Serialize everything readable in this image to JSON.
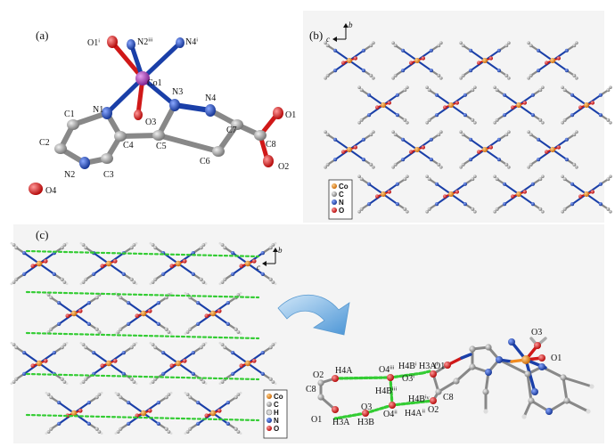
{
  "panels": {
    "a": {
      "label": "(a)",
      "atoms": {
        "O1i": "O1ⁱ",
        "N2iii": "N2ⁱⁱⁱ",
        "N4i": "N4ⁱ",
        "Co1": "Co1",
        "N1": "N1",
        "N3": "N3",
        "N4": "N4",
        "C1": "C1",
        "O3": "O3",
        "C7": "C7",
        "O1": "O1",
        "C2": "C2",
        "C4": "C4",
        "C5": "C5",
        "C8": "C8",
        "N2": "N2",
        "C3": "C3",
        "C6": "C6",
        "O2": "O2",
        "O4": "O4"
      }
    },
    "b": {
      "label": "(b)",
      "axes": {
        "b": "b",
        "c": "c"
      },
      "legend": [
        "Co",
        "C",
        "N",
        "O"
      ]
    },
    "c": {
      "label": "(c)",
      "axes": {
        "b": "b",
        "c": "c"
      },
      "legend": [
        "Co",
        "C",
        "H",
        "N",
        "O"
      ],
      "hbond_atoms": {
        "O2": "O2",
        "H4A": "H4A",
        "O4iii": "O4ⁱⁱⁱ",
        "H4Bi": "H4Bⁱ",
        "H3Ai": "H3Aⁱ",
        "O1": "O1",
        "C8_left": "C8",
        "O3i": "O3ⁱ",
        "H4Biii": "H4Bⁱⁱⁱ",
        "H4Biv": "H4Bⁱᵛ",
        "C8_right": "C8",
        "O3": "O3",
        "O4ii": "O4ⁱⁱ",
        "O2_right": "O2",
        "H4Aii": "H4Aⁱⁱ",
        "O1_bottom": "O1",
        "H3A": "H3A",
        "H3B": "H3B",
        "O3_top": "O3",
        "O1_top": "O1"
      }
    }
  },
  "colors": {
    "cobalt": "#f08a1e",
    "cobalt_a": "#a040b0",
    "carbon": "#909090",
    "nitrogen": "#1a3fa8",
    "oxygen": "#d01818",
    "hbond": "#33cc33",
    "panel_bg": "#f4f4f4",
    "arrow": "#6aaee0"
  }
}
